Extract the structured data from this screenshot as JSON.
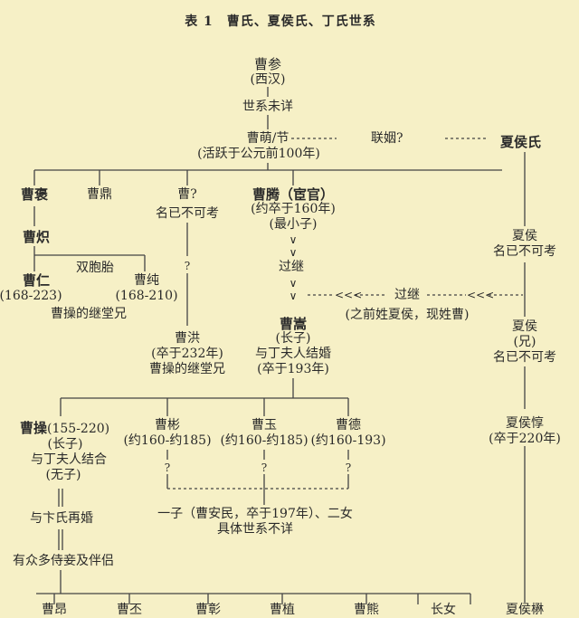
{
  "title": "表 1　曹氏、夏侯氏、丁氏世系",
  "nodes": {
    "cao_can": {
      "name": "曹参",
      "note": "(西汉)"
    },
    "shixi_weixiang": "世系未详",
    "cao_meng": {
      "name": "曹萌/节",
      "note": "(活跃于公元前100年)"
    },
    "lianyin": "联姻?",
    "xiahou_shi": "夏侯氏",
    "cao_bao": "曹褒",
    "cao_chi": "曹炽",
    "cao_ding": "曹鼎",
    "cao_unknown": {
      "name": "曹?",
      "note": "名已不可考"
    },
    "cao_teng": {
      "name": "曹腾（宦官）",
      "note1": "(约卒于160年)",
      "note2": "(最小子)"
    },
    "guoji1": "过继",
    "guoji2": "过继",
    "xiahou_unknown": {
      "name": "夏侯",
      "note": "名已不可考"
    },
    "shuangbaotai": "双胞胎",
    "cao_ren": {
      "name": "曹仁",
      "years": "(168-223)"
    },
    "cao_chun": {
      "name": "曹纯",
      "years": "(168-210)"
    },
    "cao_cao_cousin1": "曹操的继堂兄",
    "cao_song": {
      "name": "曹嵩",
      "note1": "(长子)",
      "note2": "与丁夫人结婚",
      "note3": "(卒于193年)"
    },
    "zhiqian": "(之前姓夏侯，现姓曹)",
    "cao_hong": {
      "name": "曹洪",
      "note1": "(卒于232年)",
      "note2": "曹操的继堂兄"
    },
    "xiahou_xiong": {
      "name": "夏侯",
      "note1": "(兄)",
      "note2": "名已不可考"
    },
    "cao_cao": {
      "name": "曹操",
      "years": "(155-220)",
      "note1": "(长子)",
      "note2": "与丁夫人结合",
      "note3": "(无子)",
      "note4": "与卞氏再婚",
      "note5": "有众多侍妾及伴侣"
    },
    "cao_bin": {
      "name": "曹彬",
      "years": "(约160-约185)"
    },
    "cao_yu": {
      "name": "曹玉",
      "years": "(约160-约185)"
    },
    "cao_de": {
      "name": "曹德",
      "years": "(约160-193)"
    },
    "xiahou_dun": {
      "name": "夏侯惇",
      "note": "(卒于220年)"
    },
    "children": {
      "line1": "一子（曹安民，卒于197年）、二女",
      "line2": "具体世系不详"
    },
    "question_mark": "?",
    "arrow_v": "∨",
    "arrows_left": "<<<",
    "bottom_row": [
      "曹昂",
      "曹丕",
      "曹彰",
      "曹植",
      "曹熊",
      "长女",
      "夏侯楙"
    ]
  }
}
